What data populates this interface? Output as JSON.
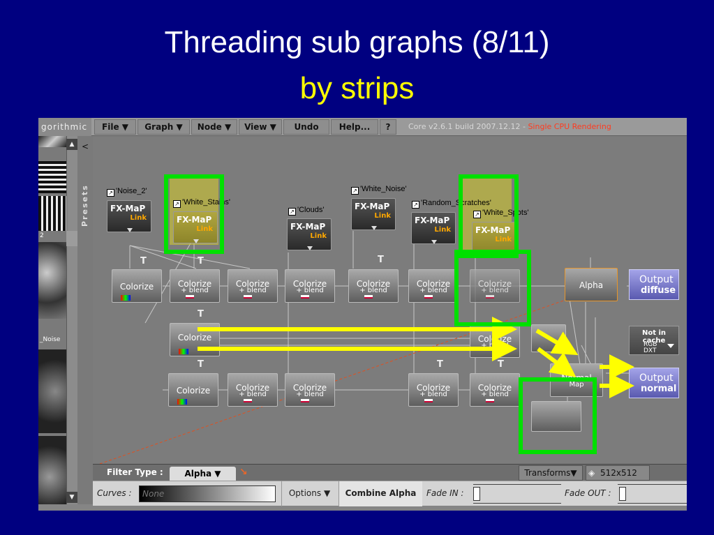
{
  "slide": {
    "title": "Threading sub graphs (8/11)",
    "subtitle": "by strips"
  },
  "app": {
    "logo": "gorithmic",
    "menu": {
      "file": "File ▼",
      "graph": "Graph ▼",
      "node": "Node ▼",
      "view": "View ▼",
      "undo": "Undo",
      "help": "Help...",
      "q": "?"
    },
    "core_info": "Core v2.6.1 build 2007.12.12 - ",
    "core_mode": "Single CPU Rendering",
    "presets_label": "Presets",
    "thumb_labels": {
      "two": "2",
      "noise": "_Noise"
    },
    "collapse_glyph": "<"
  },
  "graph": {
    "inputs": [
      {
        "label": "'Noise_2'",
        "fx": "FX-MaP",
        "link": "Link"
      },
      {
        "label": "'White_Stains'",
        "fx": "FX-MaP",
        "link": "Link"
      },
      {
        "label": "'Clouds'",
        "fx": "FX-MaP",
        "link": "Link"
      },
      {
        "label": "'White_Noise'",
        "fx": "FX-MaP",
        "link": "Link"
      },
      {
        "label": "'Random_Scratches'",
        "fx": "FX-MaP",
        "link": "Link"
      },
      {
        "label": "'White_Spots'",
        "fx": "FX-MaP",
        "link": "Link"
      }
    ],
    "node_colorize": "Colorize",
    "node_colorize_blend1": "Colorize",
    "node_colorize_blend2": "+ blend",
    "node_alpha": "Alpha",
    "node_normal": "Normal",
    "node_normal_b": "Map",
    "thread_mark": "T",
    "outputs": [
      {
        "o1": "Output",
        "o2": "diffuse"
      },
      {
        "o1": "Output",
        "o2": "normal"
      }
    ],
    "notincache": {
      "title": "Not in cache",
      "line1": "RGB",
      "line2": "DXT"
    }
  },
  "filterbar": {
    "filter_type": "Filter Type :",
    "alpha": "Alpha  ▼",
    "transforms": "Transforms▼",
    "size": "512x512"
  },
  "bottombar": {
    "curves": "Curves :",
    "none": "None",
    "options": "Options ▼",
    "combine": "Combine Alpha",
    "fade_in": "Fade IN :",
    "fade_out": "Fade OUT :"
  },
  "colors": {
    "highlight": "#00e000",
    "arrow": "#ffff00",
    "core_mode": "#ff3b1f",
    "link": "#ffa800"
  }
}
